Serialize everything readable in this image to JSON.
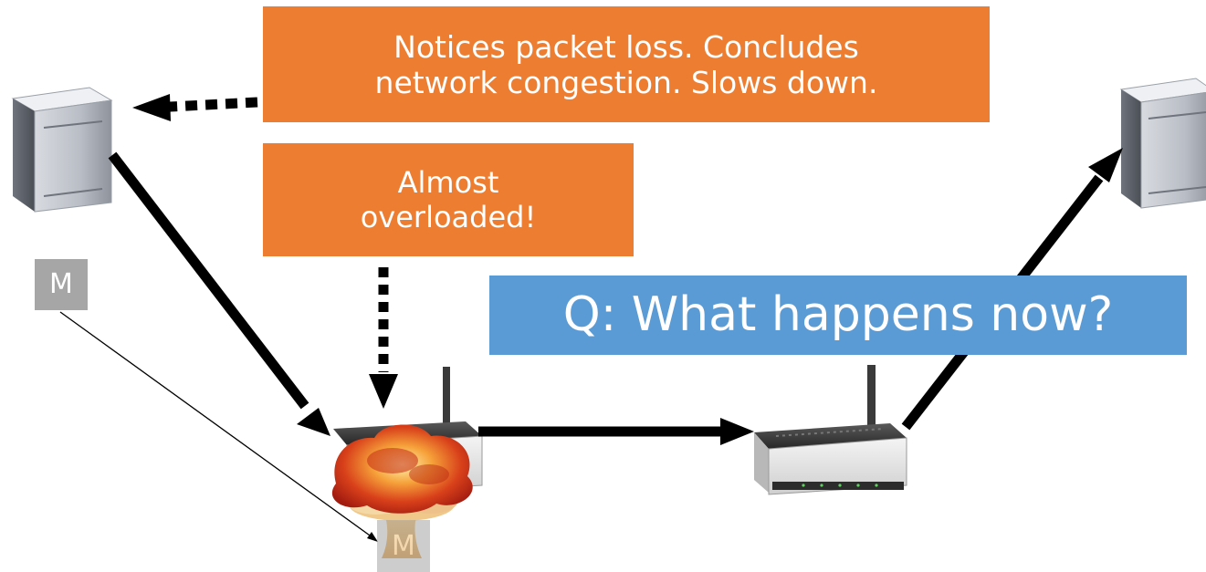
{
  "callouts": {
    "sender_notice": [
      "Notices packet loss. Concludes",
      "network congestion. Slows down."
    ],
    "router_warning": [
      "Almost",
      "overloaded!"
    ]
  },
  "question": "Q: What happens now?",
  "message_label": "M",
  "colors": {
    "callout": "#ED7D31",
    "question_box": "#5B9BD5",
    "message_box": "#A6A6A6",
    "arrow": "#000000"
  },
  "icons": [
    "server-icon",
    "router-icon",
    "explosion-icon"
  ]
}
